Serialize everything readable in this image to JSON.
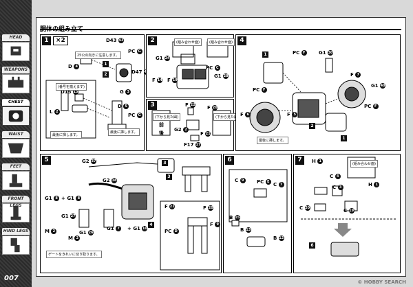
{
  "page": {
    "title": "胴体の組み立て",
    "page_number": "007",
    "watermark": "© HOBBY SEARCH"
  },
  "sidebar": {
    "tabs": [
      {
        "label": "HEAD",
        "active": false
      },
      {
        "label": "WEAPONS",
        "active": false
      },
      {
        "label": "CHEST",
        "active": true
      },
      {
        "label": "WAIST",
        "active": false
      },
      {
        "label": "FEET",
        "active": false
      },
      {
        "label": "FRONT LEGS",
        "active": false
      },
      {
        "label": "HIND LEGS",
        "active": false
      }
    ]
  },
  "steps": {
    "s1": {
      "num": "1",
      "qty": "×2",
      "parts": [
        "D43",
        "D",
        "PC",
        "D47",
        "D15",
        "L",
        "G",
        "D",
        "PC",
        "1",
        "2"
      ],
      "notes": [
        "25公の向きに注意します。",
        "(番号を揃えます)",
        "最後に挿します。",
        "最後に挿します。"
      ]
    },
    "s2": {
      "num": "2",
      "parts": [
        "G1",
        "PC",
        "F",
        "F",
        "G1"
      ],
      "notes": [
        "(組み合わせ面)",
        "(組み合わせ面)"
      ]
    },
    "s3": {
      "num": "3",
      "parts": [
        "F",
        "F",
        "G2",
        "F",
        "F17"
      ],
      "notes": [
        "(下から見た図)",
        "(下から見た図)",
        "前",
        "後"
      ]
    },
    "s4": {
      "num": "4",
      "parts": [
        "1",
        "PC",
        "G1",
        "F",
        "G1",
        "PC",
        "F",
        "PC",
        "F",
        "2",
        "1"
      ],
      "notes": [
        "最後に挿します。"
      ]
    },
    "s5": {
      "num": "5",
      "parts": [
        "G2",
        "G2",
        "G1",
        "G1",
        "G1",
        "M",
        "M",
        "G1",
        "G1",
        "G1",
        "F",
        "PC",
        "F",
        "F",
        "3",
        "4",
        "3"
      ],
      "notes": [
        "ゲートをきれいに切り取ります。"
      ]
    },
    "s6": {
      "num": "6",
      "parts": [
        "C",
        "PC",
        "C",
        "B",
        "B",
        "B"
      ]
    },
    "s7": {
      "num": "7",
      "parts": [
        "H",
        "C",
        "C",
        "C",
        "C",
        "H",
        "6"
      ],
      "notes": [
        "(組み合わせ面)"
      ]
    }
  }
}
